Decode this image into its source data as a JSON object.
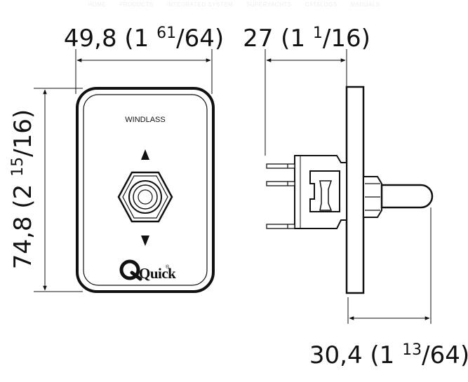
{
  "nav": {
    "items": [
      "HOME",
      "PRODUCTS",
      "INTEGRATED SYSTEM",
      "SUPERYACHTS",
      "CATALOGS",
      "MANUALS"
    ]
  },
  "dimensions": {
    "width": {
      "main": "49,8 (1 ",
      "sup": "61",
      "rest": "/64)"
    },
    "depth": {
      "main": "27 (1 ",
      "sup": "1",
      "rest": "/16)"
    },
    "height": {
      "main": "74,8 (2 ",
      "sup": "15",
      "rest": "/16)"
    },
    "overall": {
      "main": "30,4 (1 ",
      "sup": "13",
      "rest": "/64)"
    }
  },
  "panel": {
    "label": "WINDLASS",
    "logo": "Quick",
    "logo_reg": "®",
    "up_icon": "arrow-up-icon",
    "down_icon": "arrow-down-icon"
  },
  "colors": {
    "line": "#111111",
    "nav": "#eeeeee"
  }
}
